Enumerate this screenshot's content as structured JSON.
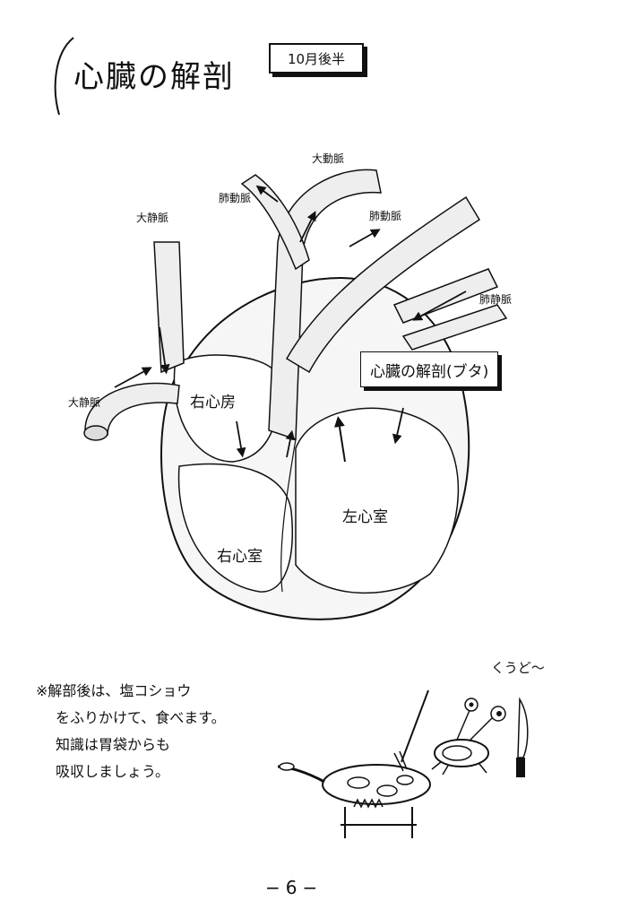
{
  "title": "心臓の解剖",
  "tag": "10月後半",
  "labels": {
    "aorta": "大動脈",
    "pulmonary_artery_left": "肺動脈",
    "pulmonary_artery_right": "肺動脈",
    "superior_vena_cava": "大静脈",
    "inferior_vena_cava": "大静脈",
    "pulmonary_vein": "肺静脈",
    "right_atrium": "右心房",
    "left_ventricle": "左心室",
    "right_ventricle": "右心室"
  },
  "boxed_label": "心臓の解剖(ブタ)",
  "note": {
    "line1": "※解部後は、塩コショウ",
    "line2": "をふりかけて、食べます。",
    "line3": "知識は胃袋からも",
    "line4": "吸収しましょう。"
  },
  "speech": "くうど〜",
  "page_number": "−6−"
}
